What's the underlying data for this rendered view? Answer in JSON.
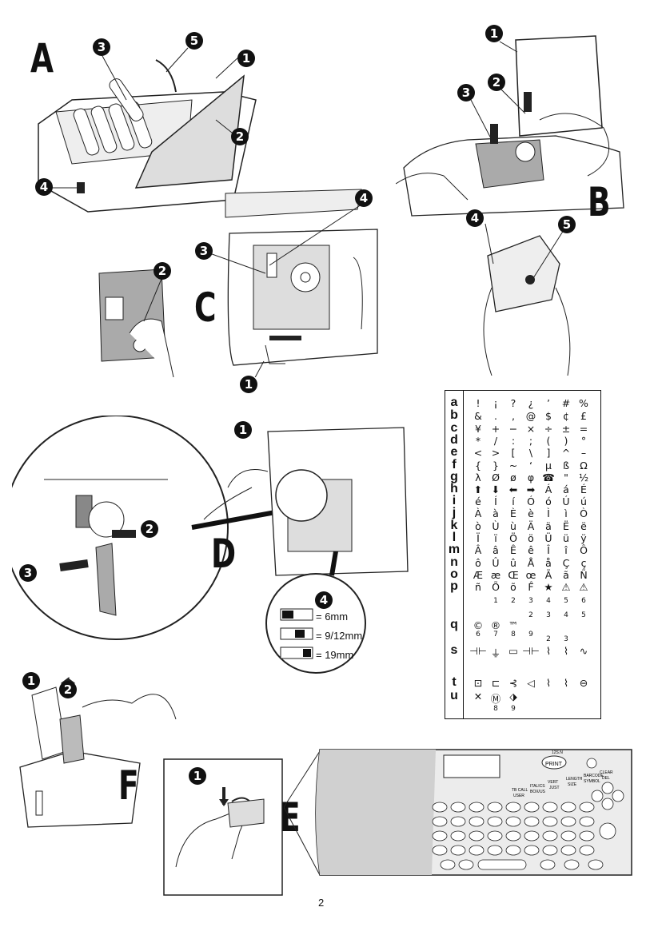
{
  "sections": {
    "A": {
      "letter": "A",
      "callouts": [
        "1",
        "2",
        "3",
        "4",
        "5"
      ]
    },
    "B": {
      "letter": "B",
      "callouts": [
        "1",
        "2",
        "3",
        "4",
        "5"
      ]
    },
    "C": {
      "letter": "C",
      "callouts": [
        "1",
        "2",
        "3",
        "4"
      ]
    },
    "D": {
      "letter": "D",
      "callouts": [
        "1",
        "2",
        "3",
        "4"
      ]
    },
    "E": {
      "letter": "E",
      "callouts": [
        "1"
      ]
    },
    "F": {
      "letter": "F",
      "callouts": [
        "1",
        "2"
      ]
    }
  },
  "tape_widths": [
    {
      "label": "= 6mm"
    },
    {
      "label": "= 9/12mm"
    },
    {
      "label": "= 19mm"
    }
  ],
  "char_table": {
    "rows": [
      {
        "key": "a",
        "chars": [
          "!",
          "¡",
          "?",
          "¿",
          "’",
          "#",
          "%"
        ]
      },
      {
        "key": "b",
        "chars": [
          "&",
          ".",
          ",",
          "@",
          "$",
          "¢",
          "£"
        ]
      },
      {
        "key": "c",
        "chars": [
          "¥",
          "+",
          "−",
          "×",
          "÷",
          "±",
          "="
        ]
      },
      {
        "key": "d",
        "chars": [
          "*",
          "/",
          ":",
          ";",
          "(",
          ")",
          "°"
        ]
      },
      {
        "key": "e",
        "chars": [
          "<",
          ">",
          "[",
          "\\",
          "]",
          "^",
          "–"
        ]
      },
      {
        "key": "f",
        "chars": [
          "{",
          "}",
          "~",
          "‘",
          "µ",
          "ß",
          "Ω"
        ]
      },
      {
        "key": "g",
        "chars": [
          "λ",
          "Ø",
          "ø",
          "φ",
          "☎",
          "\"",
          "½"
        ]
      },
      {
        "key": "h",
        "chars": [
          "⬆",
          "⬇",
          "⬅",
          "➡",
          "Á",
          "á",
          "É"
        ]
      },
      {
        "key": "i",
        "chars": [
          "é",
          "Í",
          "í",
          "Ó",
          "ó",
          "Ú",
          "ú"
        ]
      },
      {
        "key": "j",
        "chars": [
          "À",
          "à",
          "È",
          "è",
          "Ì",
          "ì",
          "Ò"
        ]
      },
      {
        "key": "k",
        "chars": [
          "ò",
          "Ù",
          "ù",
          "Ä",
          "ä",
          "Ë",
          "ë"
        ]
      },
      {
        "key": "l",
        "chars": [
          "Ï",
          "ï",
          "Ö",
          "ö",
          "Ü",
          "ü",
          "ÿ"
        ]
      },
      {
        "key": "m",
        "chars": [
          "Â",
          "â",
          "Ê",
          "ê",
          "Î",
          "î",
          "Ô"
        ]
      },
      {
        "key": "n",
        "chars": [
          "ô",
          "Û",
          "û",
          "Å",
          "å",
          "Ç",
          "ç"
        ]
      },
      {
        "key": "o",
        "chars": [
          "Æ",
          "æ",
          "Œ",
          "œ",
          "Ã",
          "ã",
          "Ñ"
        ]
      },
      {
        "key": "p",
        "chars": [
          "ñ",
          "Õ",
          "õ",
          "F̂",
          "★",
          "⚠",
          "⚠"
        ]
      },
      {
        "key": "q",
        "chars": [
          "©",
          "®",
          "™",
          "",
          "",
          "",
          ""
        ]
      },
      {
        "key": "s",
        "chars": [
          "⊣⊢",
          "⏚",
          "▭",
          "⊣⊢",
          "⌇",
          "⌇",
          "∿"
        ]
      },
      {
        "key": "t",
        "chars": [
          "⊡",
          "⊏",
          "⊰",
          "◁",
          "⌇",
          "⌇",
          "⊖"
        ]
      },
      {
        "key": "u",
        "chars": [
          "✕",
          "Ⓜ",
          "⬗",
          "",
          "",
          "",
          ""
        ]
      }
    ],
    "p_sub": [
      "1",
      "2",
      "3",
      "4",
      "5",
      "6"
    ],
    "q_sub": [
      "6",
      "7",
      "8",
      "9",
      "",
      "",
      "",
      ""
    ],
    "q_nums": [
      "2",
      "3",
      "4",
      "5"
    ],
    "s_nums": [
      "2",
      "3"
    ],
    "u_sub": [
      "8",
      "9"
    ]
  },
  "keyboard": {
    "model": "12S.N",
    "print_key": "PRINT",
    "labels": [
      "CLEAR",
      "DEL",
      "BARCODE",
      "SYMBOL",
      "LENGTH",
      "SIZE",
      "VERT",
      "JUST",
      "ITALICS",
      "BOX/US",
      "TB CALL",
      "USER"
    ]
  },
  "page_number": "2"
}
